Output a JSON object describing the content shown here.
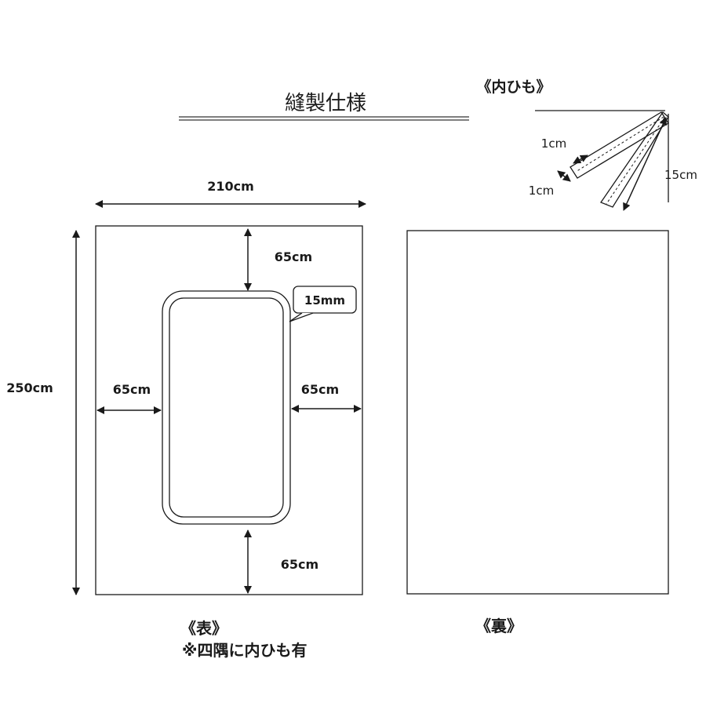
{
  "title": "縫製仕様",
  "strap": {
    "heading": "《内ひも》",
    "width_top": "1cm",
    "width_bottom": "1cm",
    "length": "15cm"
  },
  "front": {
    "width": "210cm",
    "height": "250cm",
    "margin_top": "65cm",
    "margin_left": "65cm",
    "margin_right": "65cm",
    "margin_bottom": "65cm",
    "stitch_callout": "15mm",
    "caption": "《表》",
    "note": "※四隅に内ひも有"
  },
  "back": {
    "caption": "《裏》"
  }
}
